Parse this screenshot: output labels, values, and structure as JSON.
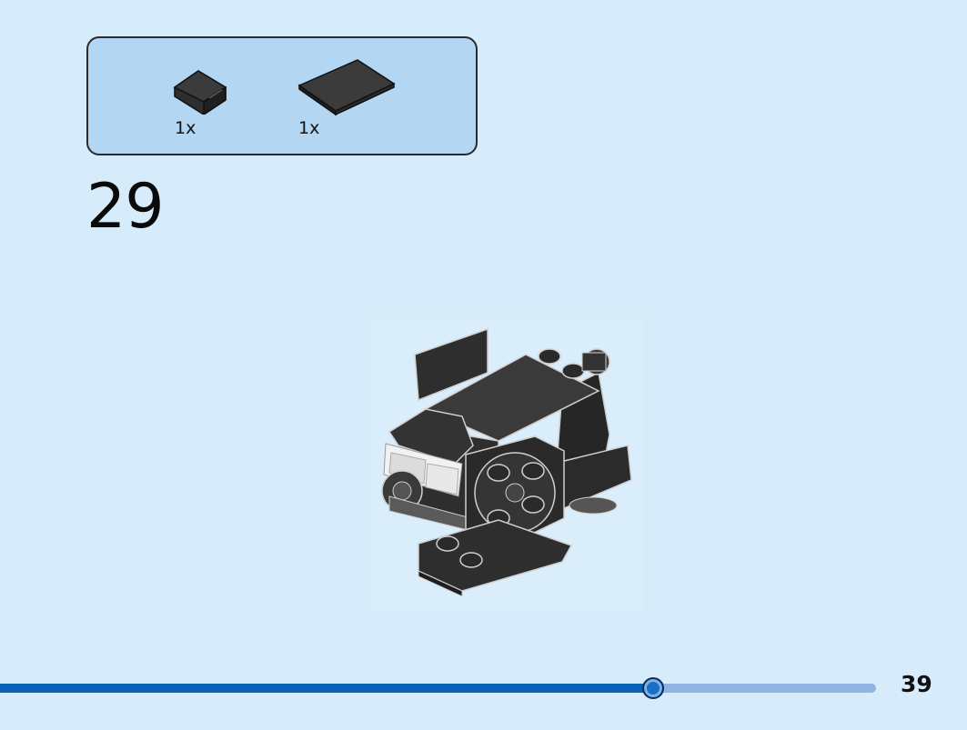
{
  "parts_list": {
    "items": [
      {
        "icon": "black-slope-brick-icon",
        "quantity": "1x"
      },
      {
        "icon": "black-tile-plate-icon",
        "quantity": "1x"
      }
    ]
  },
  "step": {
    "number": "29"
  },
  "progress": {
    "fraction": 0.746
  },
  "page": {
    "number": "39"
  },
  "colors": {
    "background": "#d6ecfa",
    "parts_box": "#b3d7f3",
    "progress_fill": "#0b63b6",
    "progress_track": "#8fb3e3",
    "brick_black": "#2e2e2e"
  }
}
